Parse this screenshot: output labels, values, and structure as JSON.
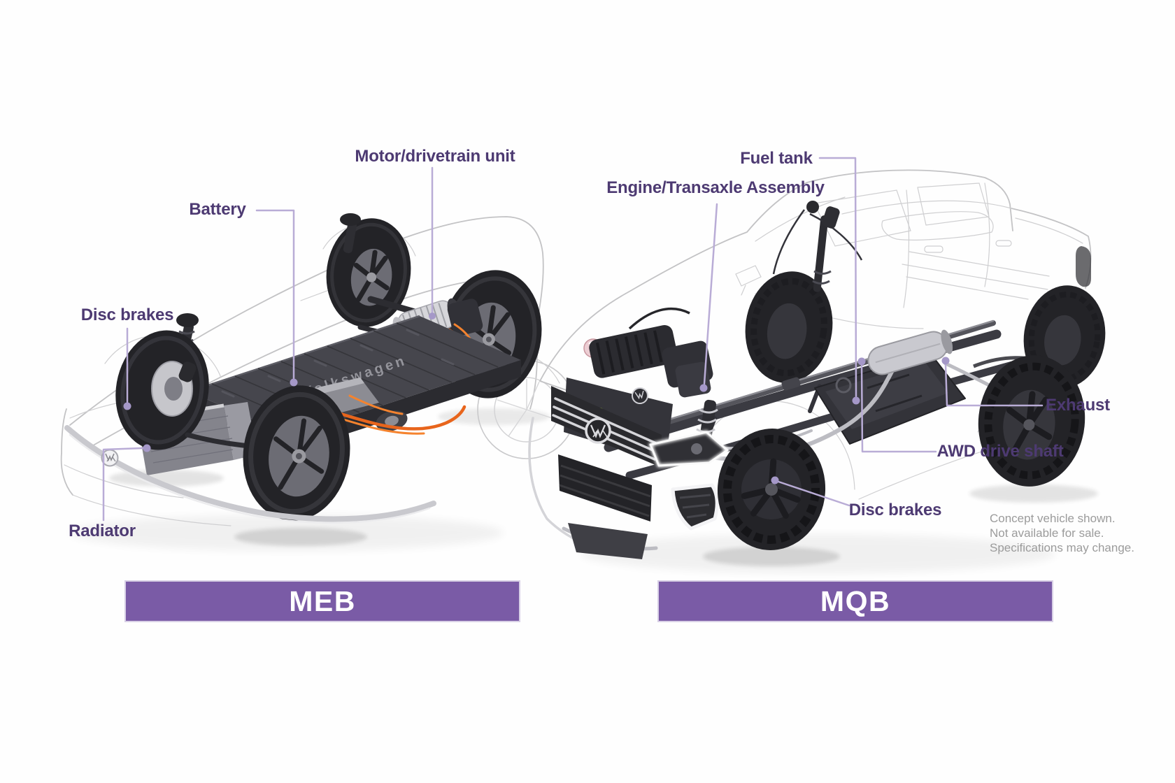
{
  "meb": {
    "banner_label": "MEB",
    "battery_brand": "Volkswagen",
    "labels": {
      "motor": "Motor/drivetrain unit",
      "battery": "Battery",
      "disc_brakes": "Disc brakes",
      "radiator": "Radiator"
    }
  },
  "mqb": {
    "banner_label": "MQB",
    "labels": {
      "fuel_tank": "Fuel tank",
      "engine": "Engine/Transaxle Assembly",
      "exhaust": "Exhaust",
      "awd": "AWD drive shaft",
      "disc_brakes": "Disc brakes"
    }
  },
  "disclaimer": {
    "line1": "Concept vehicle shown.",
    "line2": "Not available for sale.",
    "line3": "Specifications may change."
  },
  "colors": {
    "banner_purple": "#7a5ba6",
    "label_purple": "#4d3a72",
    "leader": "#b9acd6",
    "leader_dot": "#a598c8",
    "disclaimer_gray": "#9b9b9b",
    "cable_orange": "#e8651c"
  }
}
